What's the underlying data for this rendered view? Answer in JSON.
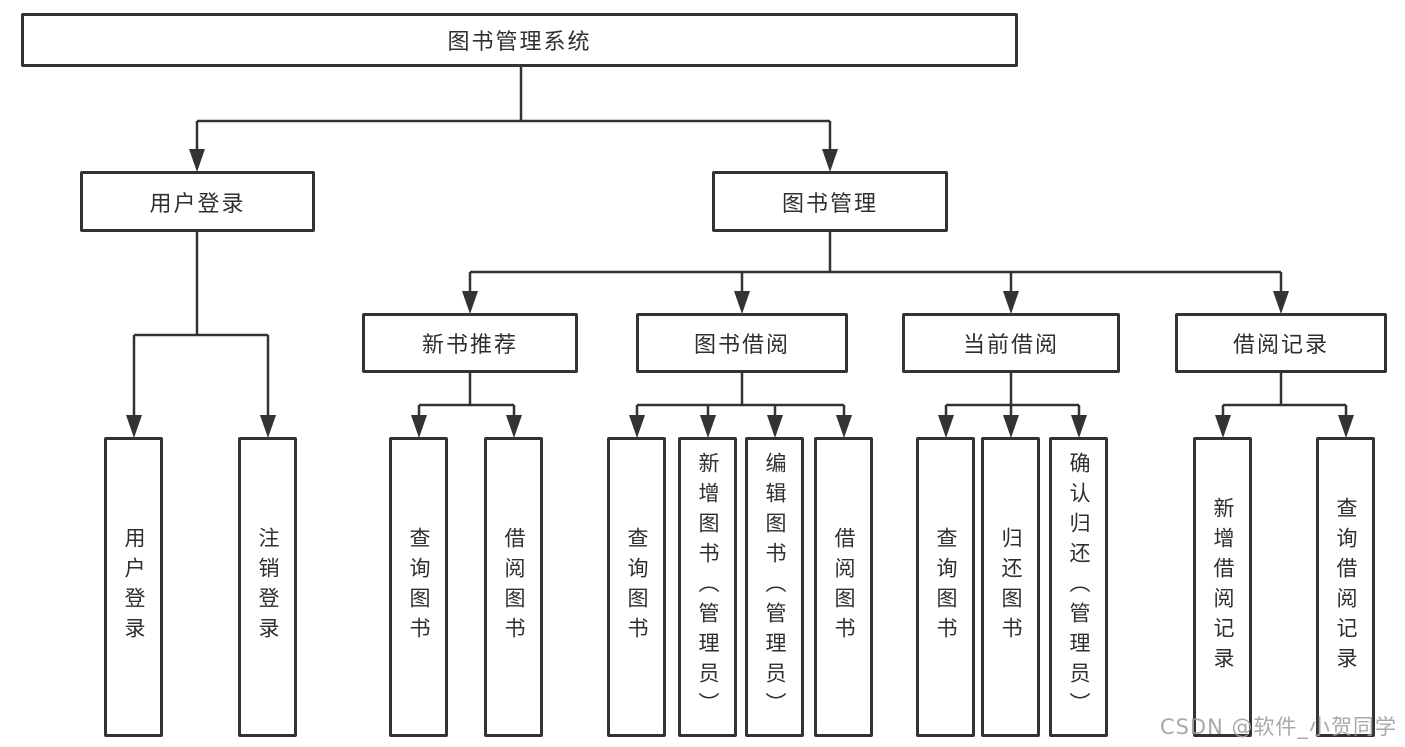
{
  "tree": {
    "root": "图书管理系统",
    "children": [
      {
        "label": "用户登录",
        "children": [
          {
            "label": "用户登录"
          },
          {
            "label": "注销登录"
          }
        ]
      },
      {
        "label": "图书管理",
        "children": [
          {
            "label": "新书推荐",
            "children": [
              {
                "label": "查询图书"
              },
              {
                "label": "借阅图书"
              }
            ]
          },
          {
            "label": "图书借阅",
            "children": [
              {
                "label": "查询图书"
              },
              {
                "label": "新增图书（管理员）"
              },
              {
                "label": "编辑图书（管理员）"
              },
              {
                "label": "借阅图书"
              }
            ]
          },
          {
            "label": "当前借阅",
            "children": [
              {
                "label": "查询图书"
              },
              {
                "label": "归还图书"
              },
              {
                "label": "确认归还（管理员）"
              }
            ]
          },
          {
            "label": "借阅记录",
            "children": [
              {
                "label": "新增借阅记录"
              },
              {
                "label": "查询借阅记录"
              }
            ]
          }
        ]
      }
    ]
  },
  "watermark": "CSDN @软件_小贺同学",
  "colors": {
    "line": "#333333",
    "text": "#2f2f2f",
    "box_background": "#ffffff",
    "watermark": "#9e9e9e",
    "background": "#ffffff"
  }
}
